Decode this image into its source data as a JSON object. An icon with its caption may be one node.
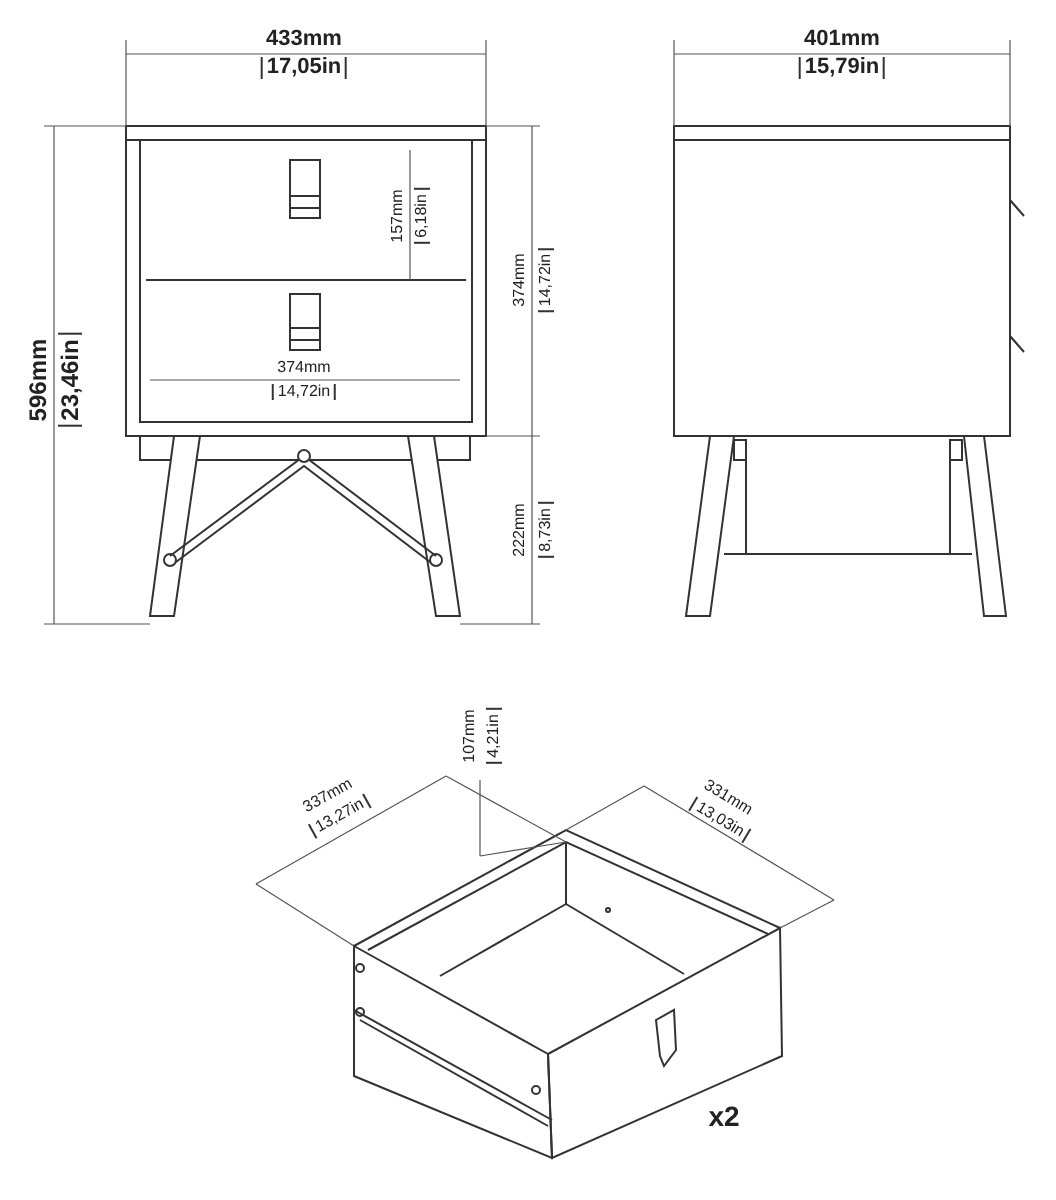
{
  "diagram": {
    "labels": [
      "433mm",
      "17,05in",
      "401mm",
      "15,79in",
      "596mm",
      "23,46in",
      "157mm",
      "6,18in",
      "374mm",
      "14,72in",
      "374mm",
      "14,72in",
      "222mm",
      "8,73in",
      "107mm",
      "4,21in",
      "337mm",
      "13,27in",
      "331mm",
      "13,03in",
      "x2"
    ]
  }
}
